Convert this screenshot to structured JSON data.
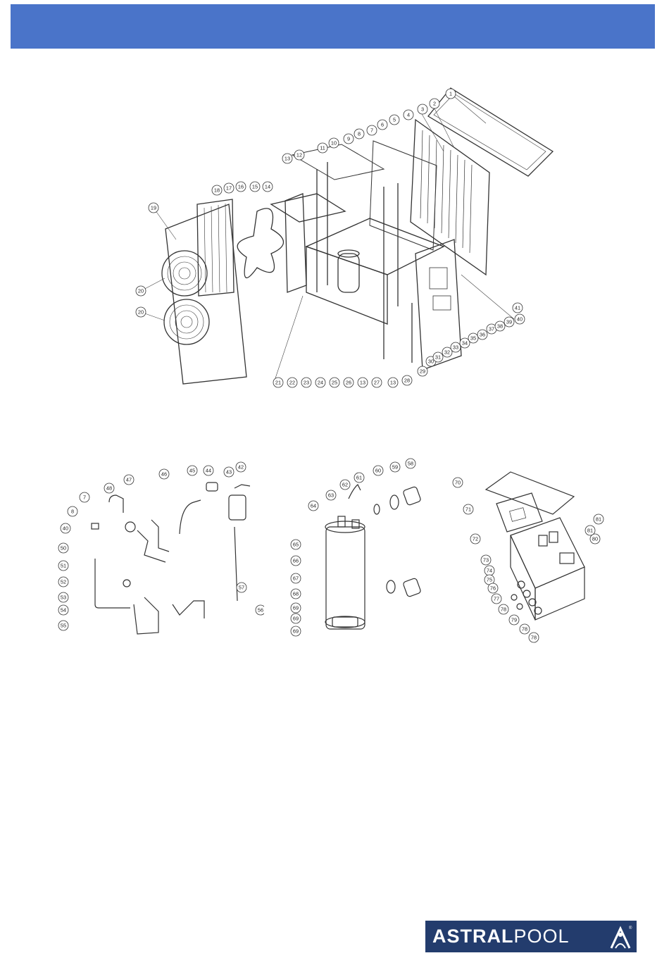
{
  "brand": {
    "name_bold": "ASTRAL",
    "name_light": "POOL",
    "registered_mark": "®",
    "color_band": "#4a74c9",
    "color_logo": "#233c6d"
  },
  "callouts": {
    "main": [
      "1",
      "2",
      "3",
      "4",
      "5",
      "6",
      "7",
      "8",
      "9",
      "10",
      "11",
      "12",
      "13",
      "14",
      "15",
      "16",
      "17",
      "18",
      "19",
      "20",
      "21",
      "22",
      "23",
      "24",
      "25",
      "26",
      "27",
      "28",
      "29",
      "30",
      "31",
      "32",
      "33",
      "34",
      "35",
      "36",
      "37",
      "38",
      "39",
      "40",
      "41"
    ],
    "pipes": [
      "40",
      "7",
      "8",
      "48",
      "47",
      "46",
      "45",
      "44",
      "43",
      "42",
      "50",
      "51",
      "52",
      "53",
      "54",
      "55",
      "56",
      "57"
    ],
    "exchanger": [
      "58",
      "59",
      "60",
      "61",
      "62",
      "63",
      "64",
      "65",
      "66",
      "67",
      "68"
    ],
    "ebox": [
      "70",
      "71",
      "72",
      "73",
      "74",
      "75",
      "76",
      "77",
      "78",
      "79",
      "80",
      "81"
    ]
  }
}
